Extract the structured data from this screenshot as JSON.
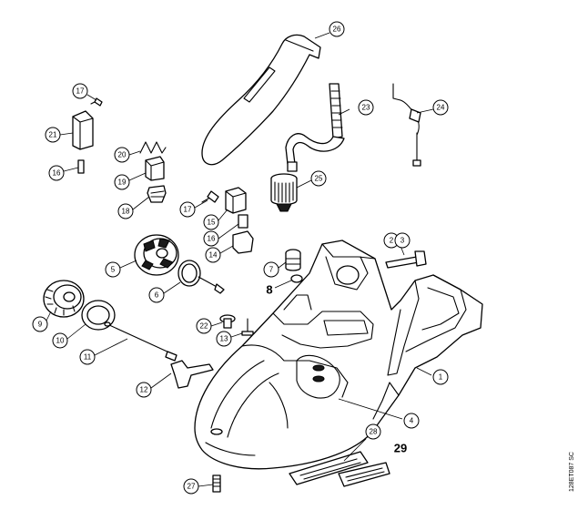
{
  "diagram": {
    "reference_code": "128ET087 SC",
    "callouts": [
      {
        "id": "c1",
        "label": "1"
      },
      {
        "id": "c4",
        "label": "4"
      },
      {
        "id": "c5",
        "label": "5"
      },
      {
        "id": "c6",
        "label": "6"
      },
      {
        "id": "c7",
        "label": "7"
      },
      {
        "id": "c9",
        "label": "9"
      },
      {
        "id": "c10",
        "label": "10"
      },
      {
        "id": "c11",
        "label": "11"
      },
      {
        "id": "c12",
        "label": "12"
      },
      {
        "id": "c13",
        "label": "13"
      },
      {
        "id": "c14",
        "label": "14"
      },
      {
        "id": "c15",
        "label": "15"
      },
      {
        "id": "c16a",
        "label": "16"
      },
      {
        "id": "c16b",
        "label": "16"
      },
      {
        "id": "c17a",
        "label": "17"
      },
      {
        "id": "c17b",
        "label": "17"
      },
      {
        "id": "c18",
        "label": "18"
      },
      {
        "id": "c19",
        "label": "19"
      },
      {
        "id": "c20",
        "label": "20"
      },
      {
        "id": "c21",
        "label": "21"
      },
      {
        "id": "c22",
        "label": "22"
      },
      {
        "id": "c23",
        "label": "23"
      },
      {
        "id": "c24",
        "label": "24"
      },
      {
        "id": "c25",
        "label": "25"
      },
      {
        "id": "c26",
        "label": "26"
      },
      {
        "id": "c27",
        "label": "27"
      },
      {
        "id": "c28",
        "label": "28"
      },
      {
        "id": "c2",
        "label": "2"
      },
      {
        "id": "c3",
        "label": "3"
      }
    ],
    "plain_labels": [
      {
        "id": "l8",
        "label": "8"
      },
      {
        "id": "l29",
        "label": "29"
      }
    ]
  }
}
